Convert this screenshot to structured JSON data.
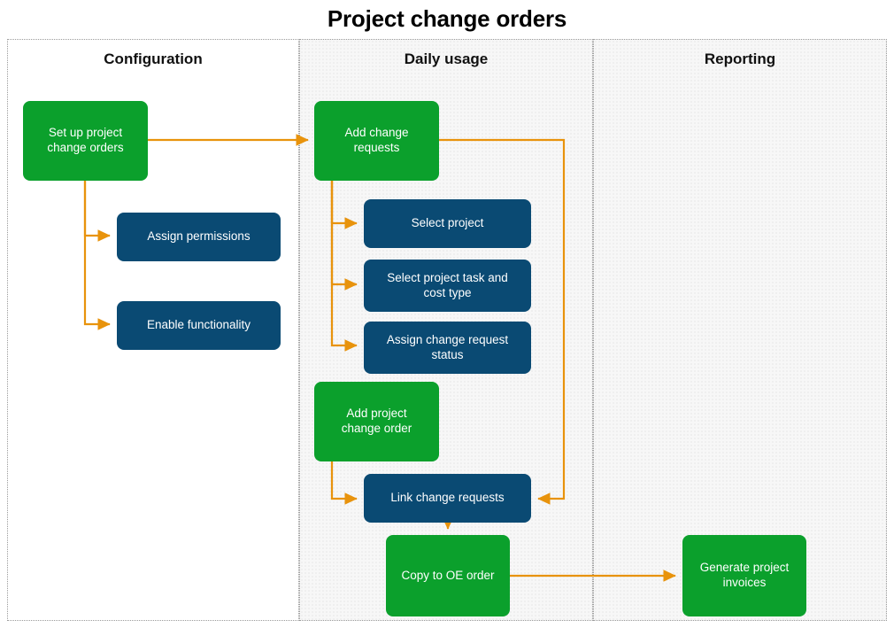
{
  "title": "Project change orders",
  "colors": {
    "green": "#0ba02c",
    "blue": "#0a4a73",
    "arrow": "#e8930c",
    "lane_border": "#9a9a9a",
    "lane_fill_shaded": "#f7f7f7",
    "title_text": "#000000",
    "node_text": "#ffffff"
  },
  "lanes": [
    {
      "id": "configuration",
      "label": "Configuration"
    },
    {
      "id": "daily-usage",
      "label": "Daily usage"
    },
    {
      "id": "reporting",
      "label": "Reporting"
    }
  ],
  "nodes": {
    "setup_project_change_orders": {
      "label": "Set up project\nchange orders",
      "lane": "configuration",
      "type": "green"
    },
    "assign_permissions": {
      "label": "Assign permissions",
      "lane": "configuration",
      "type": "blue"
    },
    "enable_functionality": {
      "label": "Enable functionality",
      "lane": "configuration",
      "type": "blue"
    },
    "add_change_requests": {
      "label": "Add change\nrequests",
      "lane": "daily-usage",
      "type": "green"
    },
    "select_project": {
      "label": "Select project",
      "lane": "daily-usage",
      "type": "blue"
    },
    "select_project_task_cost_type": {
      "label": "Select project task and\ncost type",
      "lane": "daily-usage",
      "type": "blue"
    },
    "assign_change_request_status": {
      "label": "Assign change request\nstatus",
      "lane": "daily-usage",
      "type": "blue"
    },
    "add_project_change_order": {
      "label": "Add project\nchange order",
      "lane": "daily-usage",
      "type": "green"
    },
    "link_change_requests": {
      "label": "Link change requests",
      "lane": "daily-usage",
      "type": "blue"
    },
    "copy_to_oe_order": {
      "label": "Copy to OE order",
      "lane": "daily-usage",
      "type": "green"
    },
    "generate_project_invoices": {
      "label": "Generate project\ninvoices",
      "lane": "reporting",
      "type": "green"
    }
  },
  "edges": [
    {
      "from": "setup_project_change_orders",
      "to": "add_change_requests"
    },
    {
      "from": "setup_project_change_orders",
      "to": "assign_permissions"
    },
    {
      "from": "setup_project_change_orders",
      "to": "enable_functionality"
    },
    {
      "from": "add_change_requests",
      "to": "select_project"
    },
    {
      "from": "add_change_requests",
      "to": "select_project_task_cost_type"
    },
    {
      "from": "add_change_requests",
      "to": "assign_change_request_status"
    },
    {
      "from": "add_change_requests",
      "to": "link_change_requests"
    },
    {
      "from": "add_project_change_order",
      "to": "link_change_requests"
    },
    {
      "from": "link_change_requests",
      "to": "copy_to_oe_order"
    },
    {
      "from": "copy_to_oe_order",
      "to": "generate_project_invoices"
    }
  ]
}
